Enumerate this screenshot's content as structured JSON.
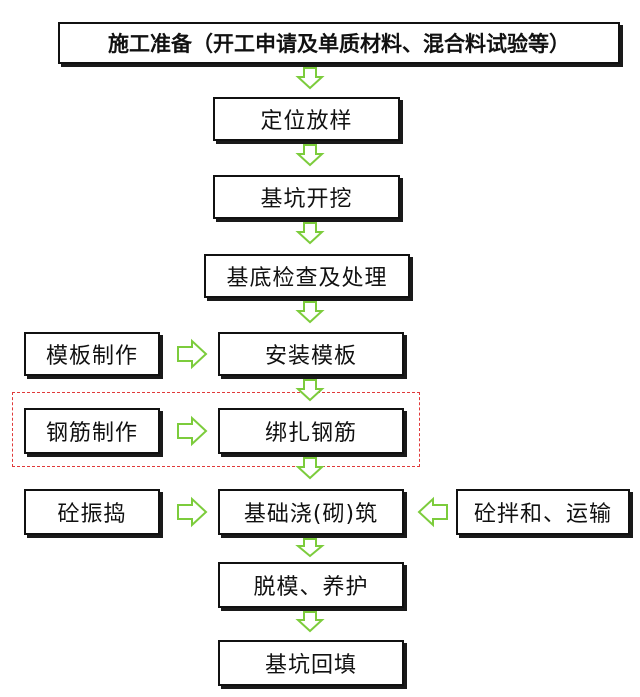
{
  "colors": {
    "arrow": "#7ccc3c",
    "box_border": "#111111",
    "group_border": "#e03a3a"
  },
  "main_steps": [
    "施工准备（开工申请及单质材料、混合料试验等）",
    "定位放样",
    "基坑开挖",
    "基底检查及处理",
    "安装模板",
    "绑扎钢筋",
    "基础浇(砌)筑",
    "脱模、养护",
    "基坑回填"
  ],
  "side_steps": {
    "formwork": "模板制作",
    "rebar": "钢筋制作",
    "vibration": "砼振捣",
    "mixing": "砼拌和、运输"
  }
}
